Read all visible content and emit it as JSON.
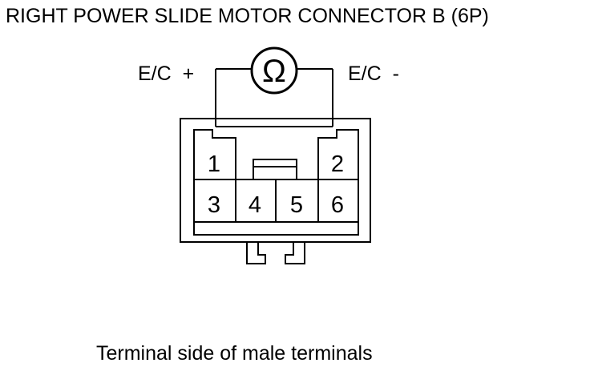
{
  "title": "RIGHT POWER SLIDE MOTOR CONNECTOR B (6P)",
  "caption": "Terminal side of male terminals",
  "meter": {
    "symbol": "Ω",
    "positive_label": "E/C  +",
    "negative_label": "E/C  -"
  },
  "terminals": {
    "t1": "1",
    "t2": "2",
    "t3": "3",
    "t4": "4",
    "t5": "5",
    "t6": "6"
  }
}
